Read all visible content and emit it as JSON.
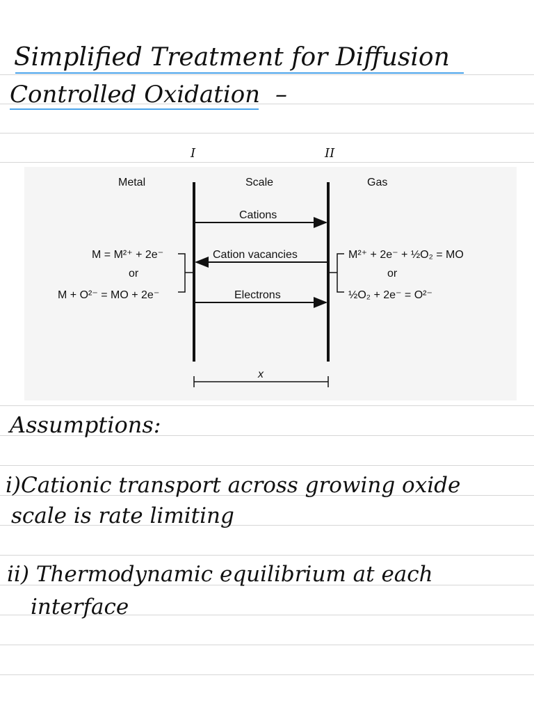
{
  "title": {
    "line1": "Simplified Treatment for Diffusion",
    "line2": "Controlled Oxidation",
    "dash": "–"
  },
  "diagram": {
    "interface_marks": [
      "I",
      "II"
    ],
    "regions": [
      "Metal",
      "Scale",
      "Gas"
    ],
    "arrows": [
      "Cations",
      "Cation vacancies",
      "Electrons"
    ],
    "left_reactions": {
      "r1": "M = M²⁺ + 2e⁻",
      "or": "or",
      "r2": "M + O²⁻ = MO + 2e⁻"
    },
    "right_reactions": {
      "r1": "M²⁺ + 2e⁻ + ½O₂ = MO",
      "or": "or",
      "r2": "½O₂ + 2e⁻ = O²⁻"
    },
    "thickness_label": "x"
  },
  "notes": {
    "heading": "Assumptions:",
    "item1_line1": "i)Cationic transport across growing oxide",
    "item1_line2": "scale is rate limiting",
    "item2_line1": "ii) Thermodynamic equilibrium at each",
    "item2_line2": "interface"
  },
  "colors": {
    "accent_underline": "#4aa3ea",
    "rule_line": "#d6d6d6"
  }
}
